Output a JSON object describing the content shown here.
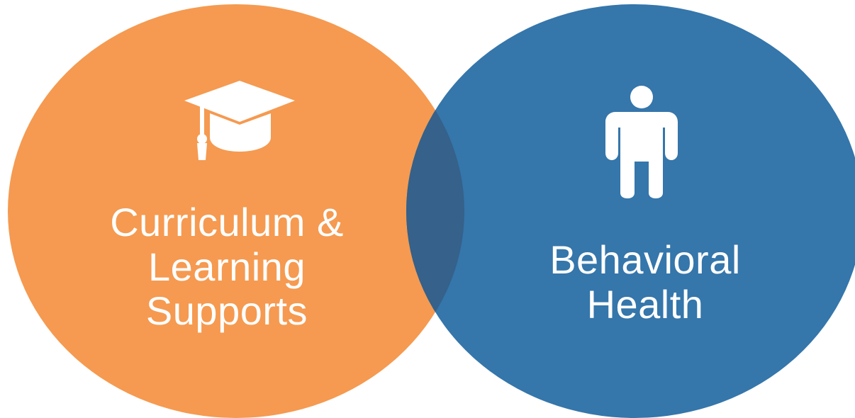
{
  "diagram": {
    "type": "venn",
    "sets": [
      {
        "id": "left",
        "label_lines": [
          "Curriculum &",
          "Learning",
          "Supports"
        ],
        "icon": "graduation-cap-icon",
        "color": "#F59A50"
      },
      {
        "id": "right",
        "label_lines": [
          "Behavioral",
          "Health"
        ],
        "icon": "person-icon",
        "color": "#3576AB"
      }
    ],
    "overlap_color": "#35618A",
    "text_color": "#FFFFFF"
  }
}
